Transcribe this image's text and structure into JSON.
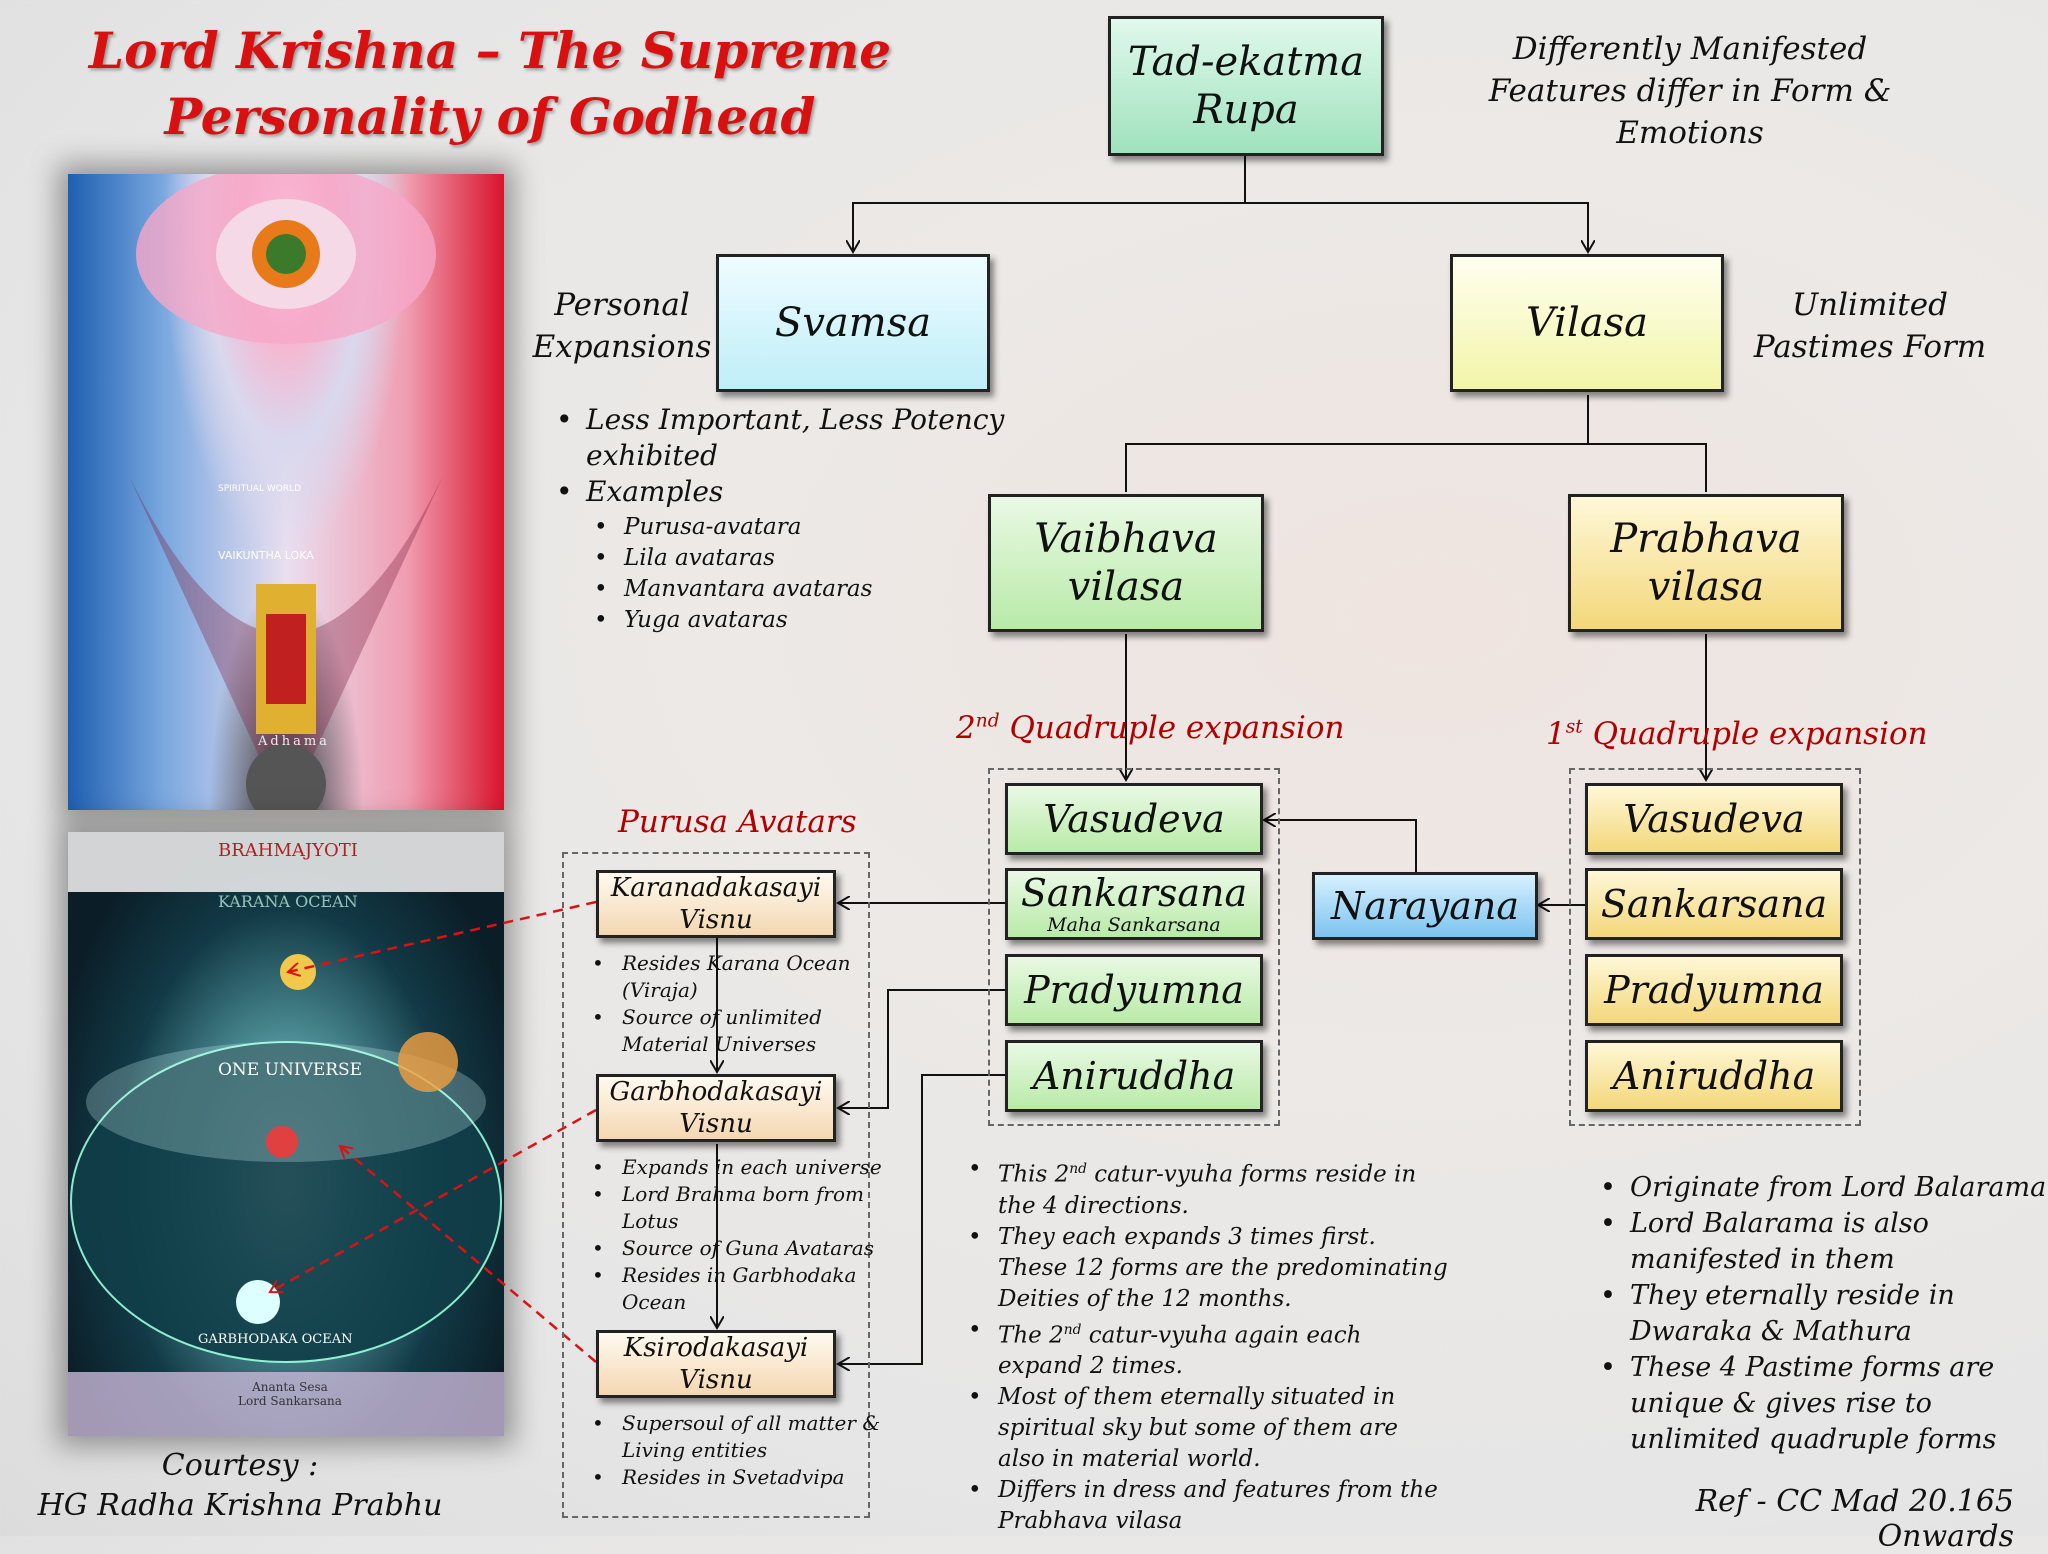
{
  "title": {
    "line1": "Lord Krishna – The Supreme",
    "line2": "Personality of Godhead"
  },
  "notes": {
    "differently": [
      "Differently Manifested",
      "Features differ in Form & Emotions"
    ],
    "personal": [
      "Personal",
      "Expansions"
    ],
    "unlimited": [
      "Unlimited",
      "Pastimes Form"
    ]
  },
  "nodes": {
    "tad": [
      "Tad-ekatma",
      "Rupa"
    ],
    "svamsa": "Svamsa",
    "vilasa": "Vilasa",
    "vaibhava": [
      "Vaibhava",
      "vilasa"
    ],
    "prabhava": [
      "Prabhava",
      "vilasa"
    ],
    "narayana": "Narayana"
  },
  "svamsa_list": {
    "items": [
      "Less Important, Less Potency exhibited",
      "Examples"
    ],
    "examples": [
      "Purusa-avatara",
      "Lila avataras",
      "Manvantara avataras",
      "Yuga avataras"
    ]
  },
  "second_label": {
    "num": "2",
    "sup": "nd",
    "text": " Quadruple expansion"
  },
  "first_label": {
    "num": "1",
    "sup": "st",
    "text": " Quadruple expansion"
  },
  "second_group": [
    "Vasudeva",
    "Sankarsana",
    "Pradyumna",
    "Aniruddha"
  ],
  "second_sub": "Maha Sankarsana",
  "first_group": [
    "Vasudeva",
    "Sankarsana",
    "Pradyumna",
    "Aniruddha"
  ],
  "purusa": {
    "label": "Purusa Avatars",
    "karana": {
      "name": [
        "Karanadakasayi",
        "Visnu"
      ],
      "bullets": [
        "Resides Karana Ocean (Viraja)",
        "Source of unlimited Material Universes"
      ]
    },
    "garbha": {
      "name": [
        "Garbhodakasayi",
        "Visnu"
      ],
      "bullets": [
        "Expands in each universe",
        "Lord Brahma born from Lotus",
        "Source of Guna Avataras",
        "Resides in Garbhodaka Ocean"
      ]
    },
    "ksiro": {
      "name": [
        "Ksirodakasayi",
        "Visnu"
      ],
      "bullets": [
        "Supersoul of all matter & Living entities",
        "Resides in Svetadvipa"
      ]
    }
  },
  "mid_bullets": [
    {
      "pre": "This 2",
      "sup": "nd",
      "post": " catur-vyuha forms reside in the 4 directions."
    },
    {
      "pre": "They each expands 3 times first. These 12 forms are the predominating Deities of the 12 months.",
      "sup": "",
      "post": ""
    },
    {
      "pre": "The 2",
      "sup": "nd",
      "post": " catur-vyuha again each expand 2 times."
    },
    {
      "pre": "Most of them eternally situated in spiritual sky but some of them are also in material world.",
      "sup": "",
      "post": ""
    },
    {
      "pre": "Differs in dress and features from the Prabhava vilasa",
      "sup": "",
      "post": ""
    }
  ],
  "right_bullets": [
    "Originate from Lord Balarama",
    "Lord Balarama is also manifested in them",
    "They eternally reside in Dwaraka & Mathura",
    "These 4 Pastime forms are unique & gives rise to unlimited quadruple forms"
  ],
  "ref": "Ref - CC Mad 20.165 Onwards",
  "courtesy": [
    "Courtesy :",
    "HG Radha Krishna Prabhu"
  ],
  "image_labels": {
    "top_spiritual": "SPIRITUAL WORLD",
    "top_vaikuntha": "VAIKUNTHA LOKA",
    "top_adhama": "Adhama",
    "bottom_brahmajyoti": "BRAHMAJYOTI",
    "bottom_karana": "KARANA OCEAN",
    "bottom_universe": "ONE UNIVERSE",
    "bottom_garbha": "GARBHODAKA OCEAN",
    "bottom_ananta": [
      "Ananta Sesa",
      "Lord Sankarsana"
    ]
  },
  "colors": {
    "title": "#d81010",
    "red_label": "#b00000",
    "dashed_arrow": "#dd1111"
  }
}
